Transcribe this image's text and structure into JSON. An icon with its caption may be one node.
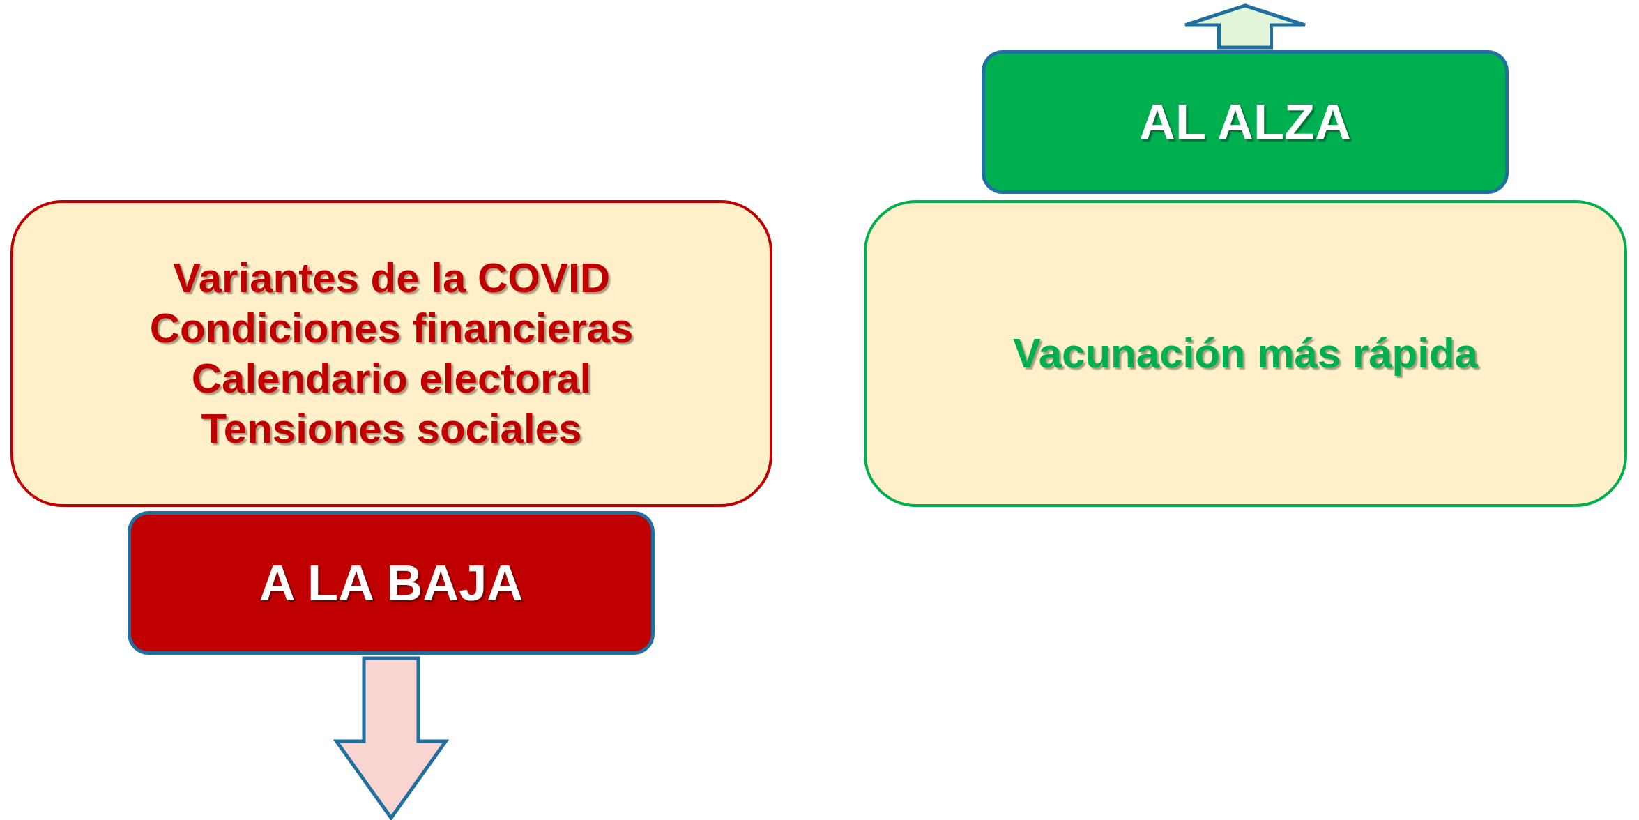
{
  "diagram": {
    "nodes": [
      {
        "text": [
          "AL ALZA"
        ]
      },
      {
        "text": [
          "Variantes de la COVID",
          "Condiciones financieras",
          "Calendario electoral",
          "Tensiones sociales"
        ]
      },
      {
        "text": [
          "Vacunación más rápida"
        ]
      },
      {
        "text": [
          "A LA BAJA"
        ]
      }
    ],
    "edges": [
      {
        "from": 3,
        "to": null,
        "arrow": "to"
      },
      {
        "from": 0,
        "to": null,
        "arrow": "to"
      }
    ]
  }
}
